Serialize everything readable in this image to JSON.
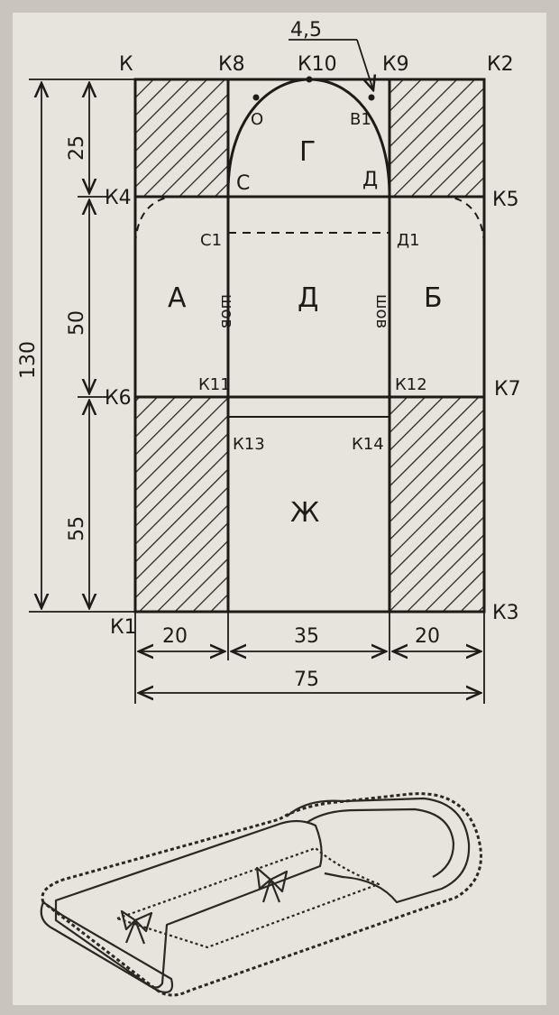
{
  "points": {
    "k": "К",
    "k8": "К8",
    "k10": "К10",
    "k9": "К9",
    "k2": "К2",
    "k4": "К4",
    "k5": "К5",
    "k6": "К6",
    "k7": "К7",
    "k11": "К11",
    "k12": "К12",
    "k13": "К13",
    "k14": "К14",
    "k1": "К1",
    "k3": "К3",
    "o": "О",
    "b1": "В1",
    "c": "С",
    "d": "Д",
    "c1": "С1",
    "d1": "Д1"
  },
  "parts": {
    "a": "А",
    "b": "Б",
    "g": "Г",
    "d": "Д",
    "zh": "Ж"
  },
  "seams": {
    "left": "шов",
    "right": "шов"
  },
  "dimensions": {
    "offset": "4,5",
    "top_height": "25",
    "mid_height": "50",
    "bottom_height": "55",
    "total_height": "130",
    "left_width": "20",
    "center_width": "35",
    "right_width": "20",
    "total_width": "75"
  }
}
